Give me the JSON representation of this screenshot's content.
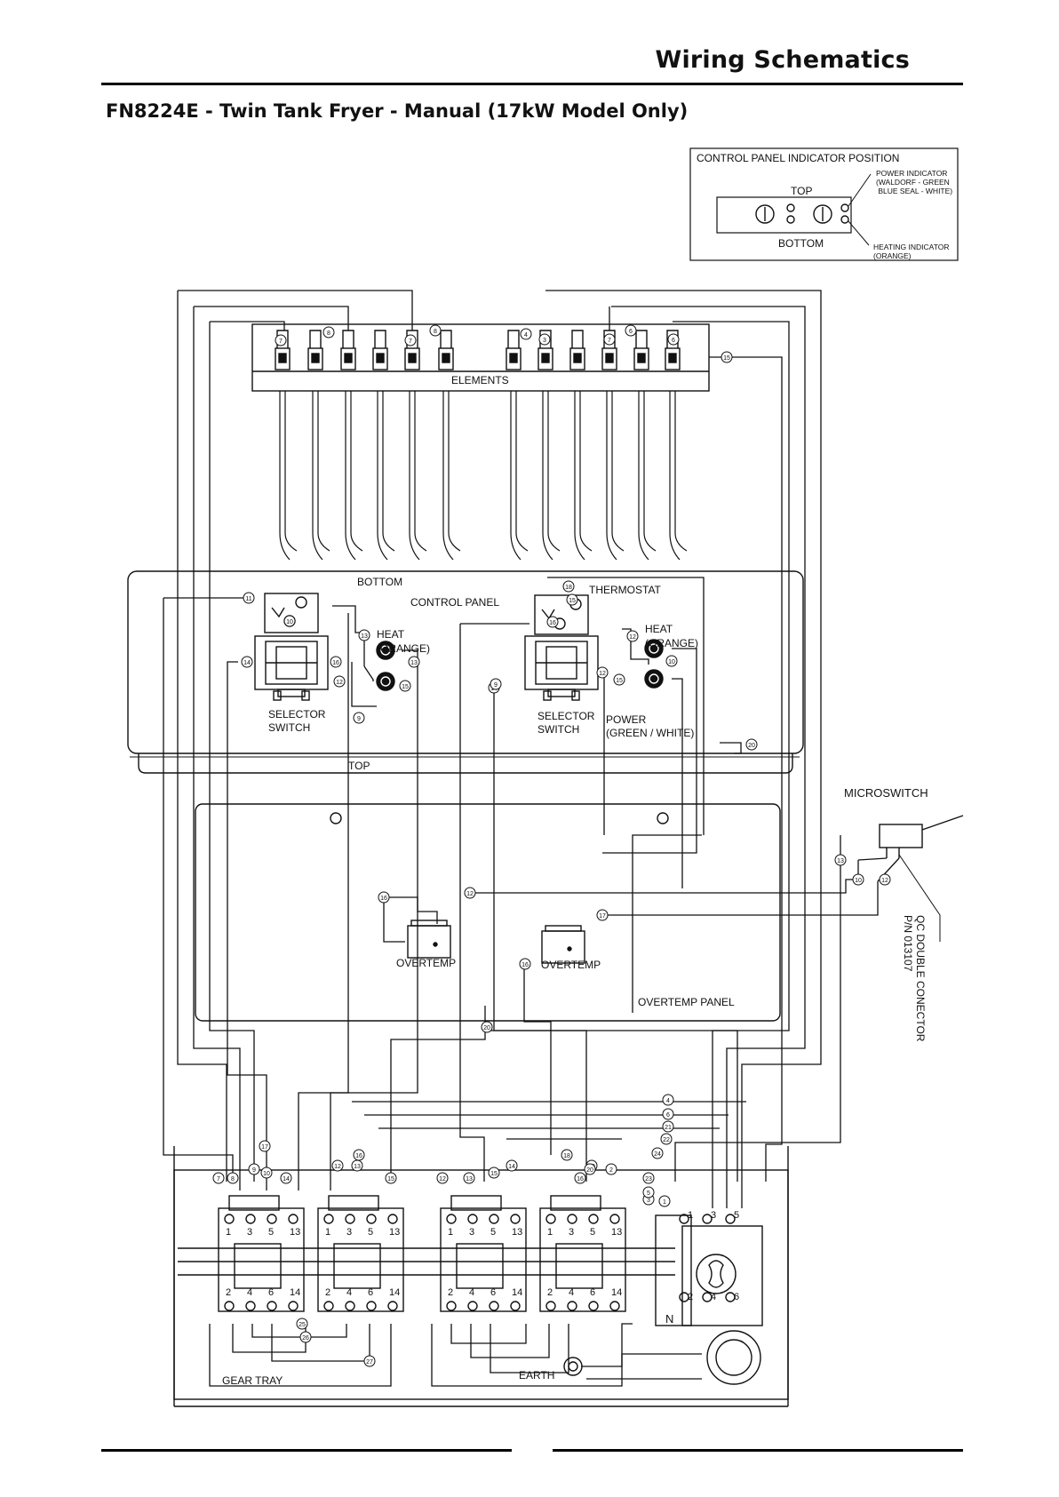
{
  "header": {
    "section_title": "Wiring Schematics",
    "document_title": "FN8224E - Twin Tank Fryer - Manual (17kW Model Only)"
  },
  "indicator_box": {
    "heading": "CONTROL PANEL INDICATOR POSITION",
    "top_label": "TOP",
    "bottom_label": "BOTTOM",
    "power_indicator_lines": [
      "POWER INDICATOR",
      "(WALDORF - GREEN",
      " BLUE SEAL - WHITE)"
    ],
    "heating_indicator_lines": [
      "HEATING INDICATOR",
      "(ORANGE)"
    ]
  },
  "elements": {
    "label": "ELEMENTS",
    "wire_numbers": [
      "7",
      "8",
      "7",
      "8",
      "4",
      "3",
      "7",
      "6",
      "6",
      "15"
    ]
  },
  "control_panel": {
    "label": "CONTROL PANEL",
    "bottom_label": "BOTTOM",
    "top_label": "TOP",
    "thermostat_label": "THERMOSTAT",
    "left_heat_lines": [
      "HEAT",
      "(ORANGE)"
    ],
    "right_heat_lines": [
      "HEAT",
      "(ORANGE)"
    ],
    "left_switch_lines": [
      "SELECTOR",
      "SWITCH"
    ],
    "right_switch_lines": [
      "SELECTOR",
      "SWITCH"
    ],
    "power_lines": [
      "POWER",
      "(GREEN / WHITE)"
    ],
    "wire_numbers": [
      "11",
      "10",
      "13",
      "12",
      "16",
      "13",
      "15",
      "9",
      "14",
      "18",
      "15",
      "16",
      "12",
      "15",
      "10",
      "14",
      "12",
      "9",
      "20"
    ]
  },
  "microswitch": {
    "label": "MICROSWITCH",
    "connector_lines": [
      "QC DOUBLE CONECTOR",
      "P/N 013107"
    ],
    "wire_numbers": [
      "13",
      "10",
      "12"
    ]
  },
  "overtemp_panel": {
    "label": "OVERTEMP PANEL",
    "left_overtemp_label": "OVERTEMP",
    "right_overtemp_label": "OVERTEMP",
    "wire_numbers": [
      "16",
      "12",
      "17",
      "16",
      "20"
    ]
  },
  "gear_tray": {
    "label": "GEAR TRAY",
    "earth_label": "EARTH",
    "contactor_top_terminals": [
      "1",
      "3",
      "5",
      "13"
    ],
    "contactor_bottom_terminals": [
      "2",
      "4",
      "6",
      "14"
    ],
    "isolator_top_terminals": [
      "1",
      "3",
      "5"
    ],
    "isolator_bottom_terminals": [
      "2",
      "4",
      "6"
    ],
    "neutral_label": "N",
    "wire_numbers": [
      "7",
      "8",
      "9",
      "10",
      "14",
      "17",
      "16",
      "12",
      "13",
      "15",
      "12",
      "13",
      "15",
      "14",
      "18",
      "16",
      "19",
      "20",
      "2",
      "3",
      "1",
      "5",
      "4",
      "6",
      "21",
      "22",
      "23",
      "24",
      "25",
      "26",
      "27"
    ]
  }
}
